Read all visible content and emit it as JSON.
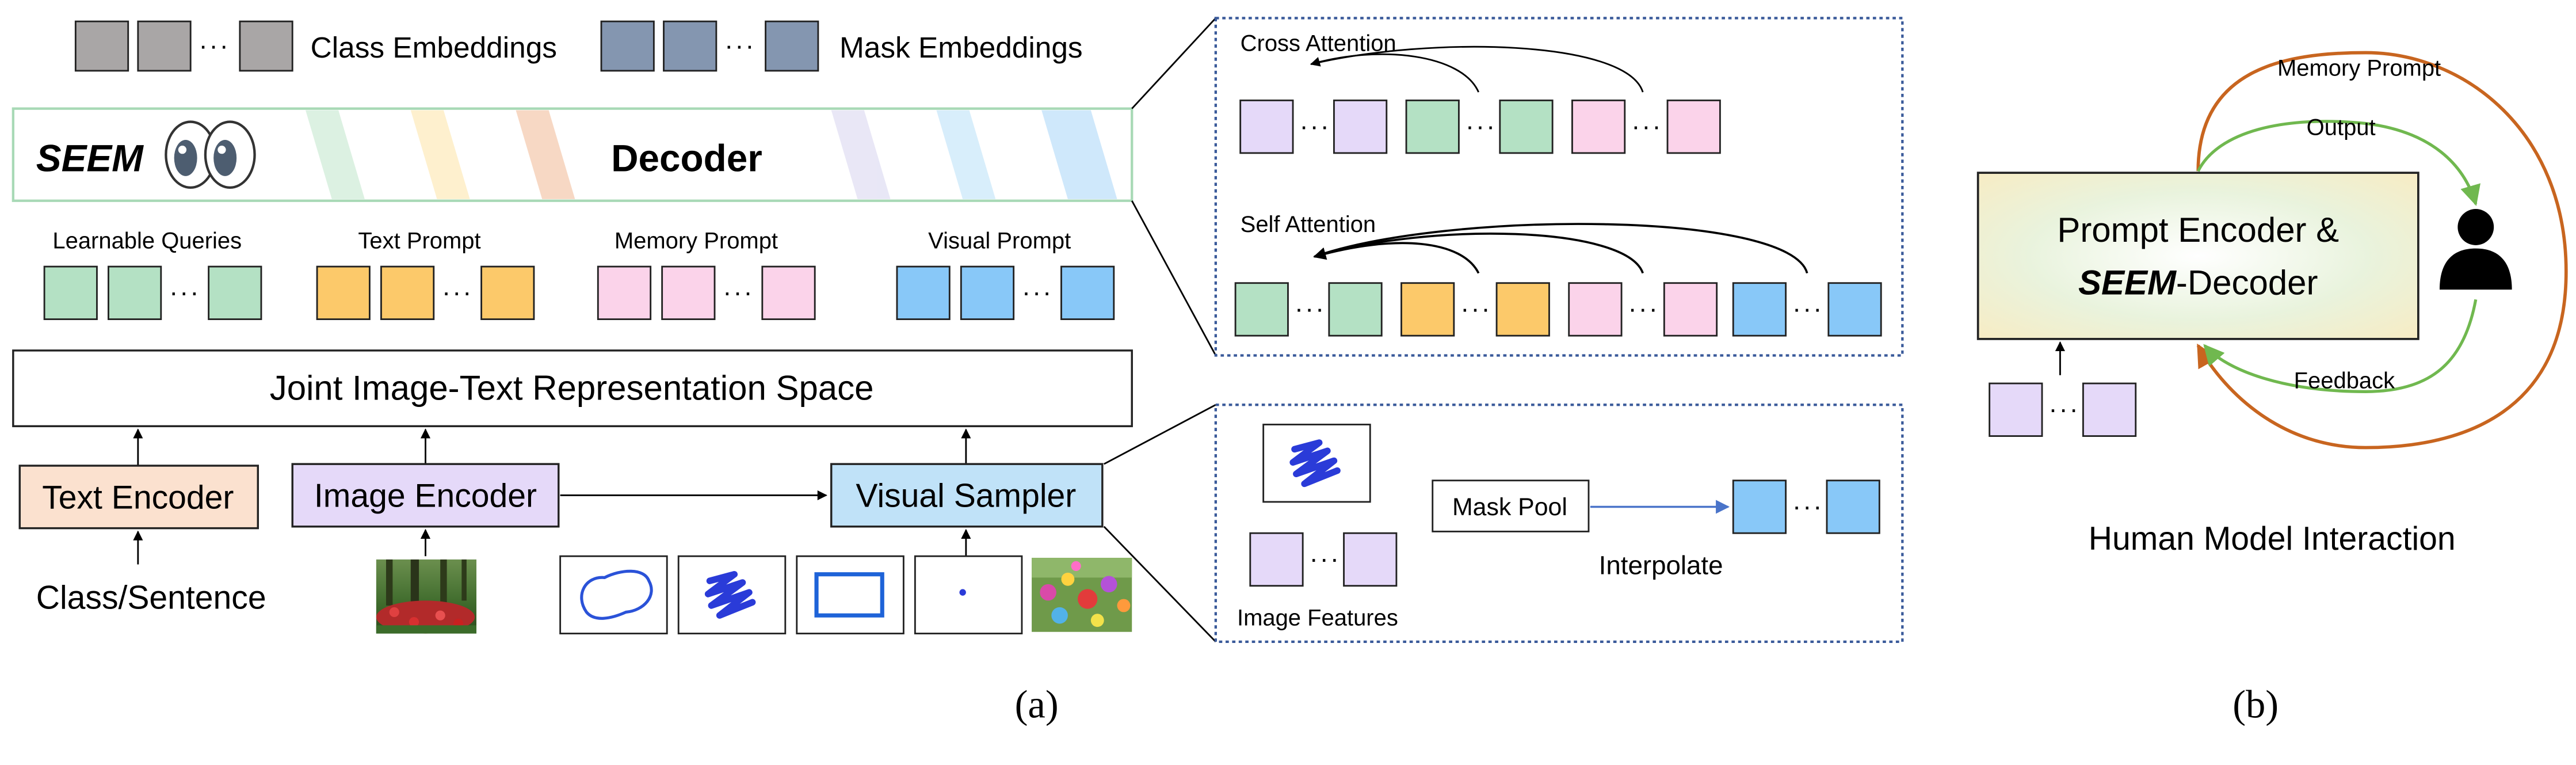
{
  "legend": {
    "class_embeddings": "Class Embeddings",
    "mask_embeddings": "Mask Embeddings"
  },
  "decoder": {
    "brand": "SEEM",
    "label": "Decoder"
  },
  "queries": {
    "learnable": "Learnable Queries",
    "text": "Text Prompt",
    "memory": "Memory Prompt",
    "visual": "Visual Prompt"
  },
  "joint_space": "Joint Image-Text Representation Space",
  "encoders": {
    "text": "Text Encoder",
    "image": "Image Encoder",
    "visual_sampler": "Visual Sampler",
    "class_sentence": "Class/Sentence"
  },
  "attention": {
    "cross": "Cross Attention",
    "self": "Self Attention"
  },
  "sampler_detail": {
    "mask_pool": "Mask Pool",
    "interpolate": "Interpolate",
    "image_features": "Image Features"
  },
  "interaction": {
    "encoder_line1": "Prompt Encoder &",
    "encoder_brand": "SEEM",
    "encoder_suffix": "-Decoder",
    "memory_prompt": "Memory Prompt",
    "output": "Output",
    "feedback": "Feedback",
    "title": "Human Model Interaction"
  },
  "captions": {
    "a": "(a)",
    "b": "(b)"
  },
  "dots": "···",
  "colors": {
    "class_embedding": "#a9a6a6",
    "mask_embedding": "#8496b0",
    "learnable_query": "#b4e1c4",
    "text_prompt": "#fcc96a",
    "memory_prompt": "#fbd3ea",
    "visual_prompt": "#88c8f8",
    "text_encoder": "#fbe1cf",
    "image_encoder": "#e5d9f9",
    "visual_sampler": "#c0e2f8",
    "image_feature": "#e5d9f9",
    "human_arrow_orange": "#c8651f",
    "human_arrow_green": "#70b84f",
    "dotted_border": "#3a5a9a"
  }
}
